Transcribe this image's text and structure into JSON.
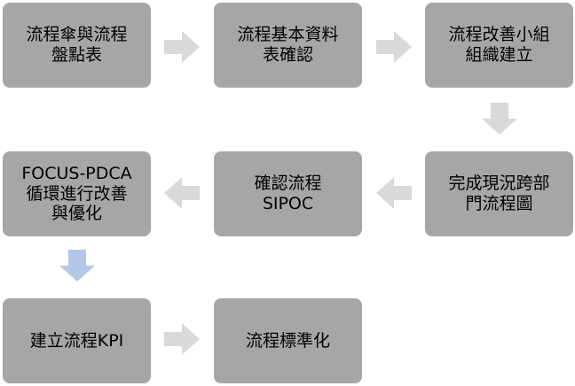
{
  "steps": [
    {
      "id": "s1",
      "label": "流程傘與流程\n盤點表"
    },
    {
      "id": "s2",
      "label": "流程基本資料\n表確認"
    },
    {
      "id": "s3",
      "label": "流程改善小組\n組織建立"
    },
    {
      "id": "s4",
      "label": "完成現況跨部\n門流程圖"
    },
    {
      "id": "s5",
      "label": "確認流程\nSIPOC"
    },
    {
      "id": "s6",
      "label": "FOCUS-PDCA\n循環進行改善\n與優化"
    },
    {
      "id": "s7",
      "label": "建立流程KPI"
    },
    {
      "id": "s8",
      "label": "流程標準化"
    }
  ],
  "colors": {
    "box": "#a6a6a6",
    "arrow": "#d9d9d9",
    "arrow_highlight": "#b4c7e7",
    "text": "#000000"
  }
}
